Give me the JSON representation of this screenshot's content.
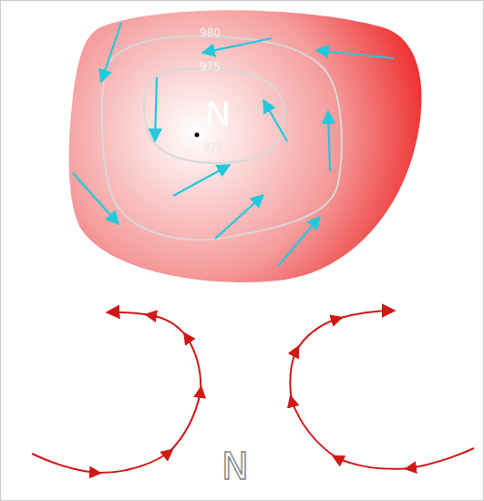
{
  "diagram": {
    "labels": [
      "980",
      "975",
      "N",
      "971",
      "N"
    ]
  }
}
